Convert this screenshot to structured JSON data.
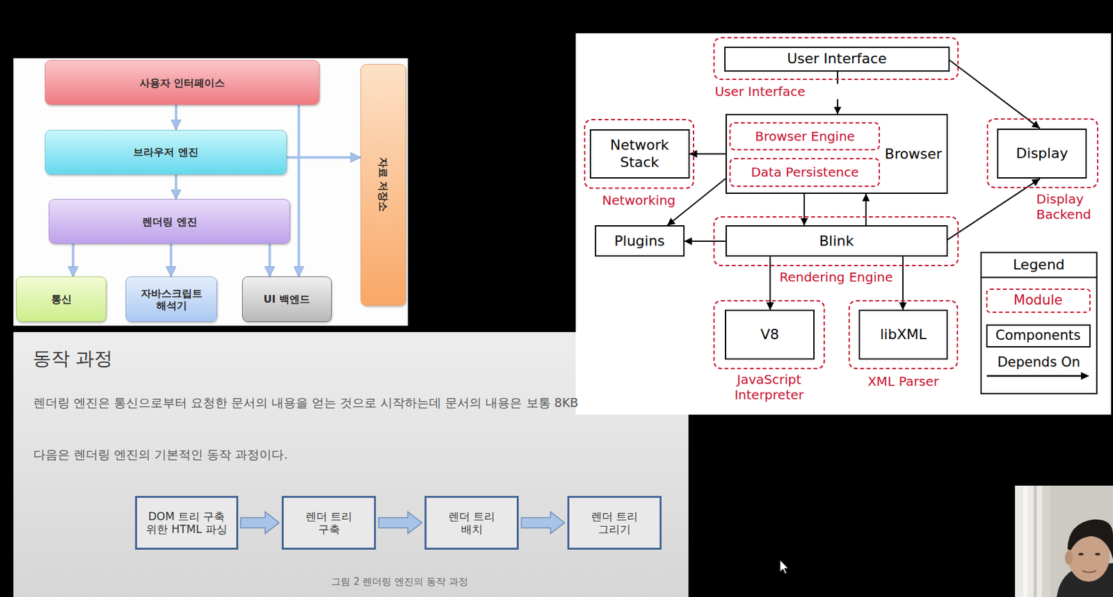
{
  "diagram": {
    "title": "동작 과정",
    "caption": "그림 2 렌더링 엔진의 동작 과정",
    "nodes": [
      {
        "text": [
          "사용자 인터페이스"
        ]
      },
      {
        "text": [
          "브라우저 엔진"
        ]
      },
      {
        "text": [
          "렌더링 엔진"
        ]
      },
      {
        "text": [
          "통신"
        ]
      },
      {
        "text": [
          "자바스크립트 해석기"
        ]
      },
      {
        "text": [
          "UI 백엔드"
        ]
      },
      {
        "text": [
          "자료 저장소"
        ]
      },
      {
        "text": [
          "DOM 트리 구축 위한 HTML 파싱"
        ]
      },
      {
        "text": [
          "렌더 트리 구축"
        ]
      },
      {
        "text": [
          "렌더 트리 배치"
        ]
      },
      {
        "text": [
          "렌더 트리 그리기"
        ]
      },
      {
        "text": [
          "User Interface"
        ]
      },
      {
        "text": [
          "User Interface"
        ],
        "in": 11
      },
      {
        "text": [
          "Networking"
        ]
      },
      {
        "text": [
          "Network Stack"
        ],
        "in": 13
      },
      {
        "text": [
          "Browser"
        ]
      },
      {
        "text": [
          "Browser Engine"
        ],
        "in": 15
      },
      {
        "text": [
          "Data Persistence"
        ],
        "in": 15
      },
      {
        "text": [
          "Display Backend"
        ]
      },
      {
        "text": [
          "Display"
        ],
        "in": 18
      },
      {
        "text": [
          "Plugins"
        ]
      },
      {
        "text": [
          "Rendering Engine"
        ]
      },
      {
        "text": [
          "Blink"
        ],
        "in": 21
      },
      {
        "text": [
          "JavaScript Interpreter"
        ]
      },
      {
        "text": [
          "V8"
        ],
        "in": 23
      },
      {
        "text": [
          "XML Parser"
        ]
      },
      {
        "text": [
          "libXML"
        ],
        "in": 25
      }
    ],
    "edges": [
      {
        "from": 0,
        "to": 1,
        "arrow": "to"
      },
      {
        "from": 1,
        "to": 2,
        "arrow": "to"
      },
      {
        "from": 2,
        "to": 3,
        "arrow": "to"
      },
      {
        "from": 2,
        "to": 4,
        "arrow": "to"
      },
      {
        "from": 2,
        "to": 5,
        "arrow": "to"
      },
      {
        "from": 0,
        "to": 5,
        "arrow": "to"
      },
      {
        "from": 1,
        "to": 6,
        "arrow": "to"
      },
      {
        "from": 7,
        "to": 8,
        "arrow": "to"
      },
      {
        "from": 8,
        "to": 9,
        "arrow": "to"
      },
      {
        "from": 9,
        "to": 10,
        "arrow": "to"
      },
      {
        "from": 12,
        "to": 15,
        "arrow": "to"
      },
      {
        "from": 12,
        "to": 19,
        "arrow": "to"
      },
      {
        "from": 15,
        "to": 14,
        "arrow": "to"
      },
      {
        "from": 15,
        "to": 20,
        "arrow": "to"
      },
      {
        "from": 15,
        "to": 22,
        "arrow": "to"
      },
      {
        "from": 22,
        "to": 15,
        "arrow": "to"
      },
      {
        "from": 22,
        "to": 20,
        "arrow": "to"
      },
      {
        "from": 22,
        "to": 19,
        "arrow": "to"
      },
      {
        "from": 22,
        "to": 24,
        "arrow": "to"
      },
      {
        "from": 22,
        "to": 26,
        "arrow": "to"
      }
    ],
    "labels": [
      "렌더링 엔진은 통신으로부터 요청한 문서의 내용을 얻는 것으로 시작하는데 문서의 내용은 보통 8KB",
      "다음은 렌더링 엔진의 기본적인 동작 과정이다.",
      "Legend"
    ],
    "legend": [
      {
        "text": "Module"
      },
      {
        "text": "Components"
      },
      {
        "text": "Depends On"
      }
    ]
  }
}
